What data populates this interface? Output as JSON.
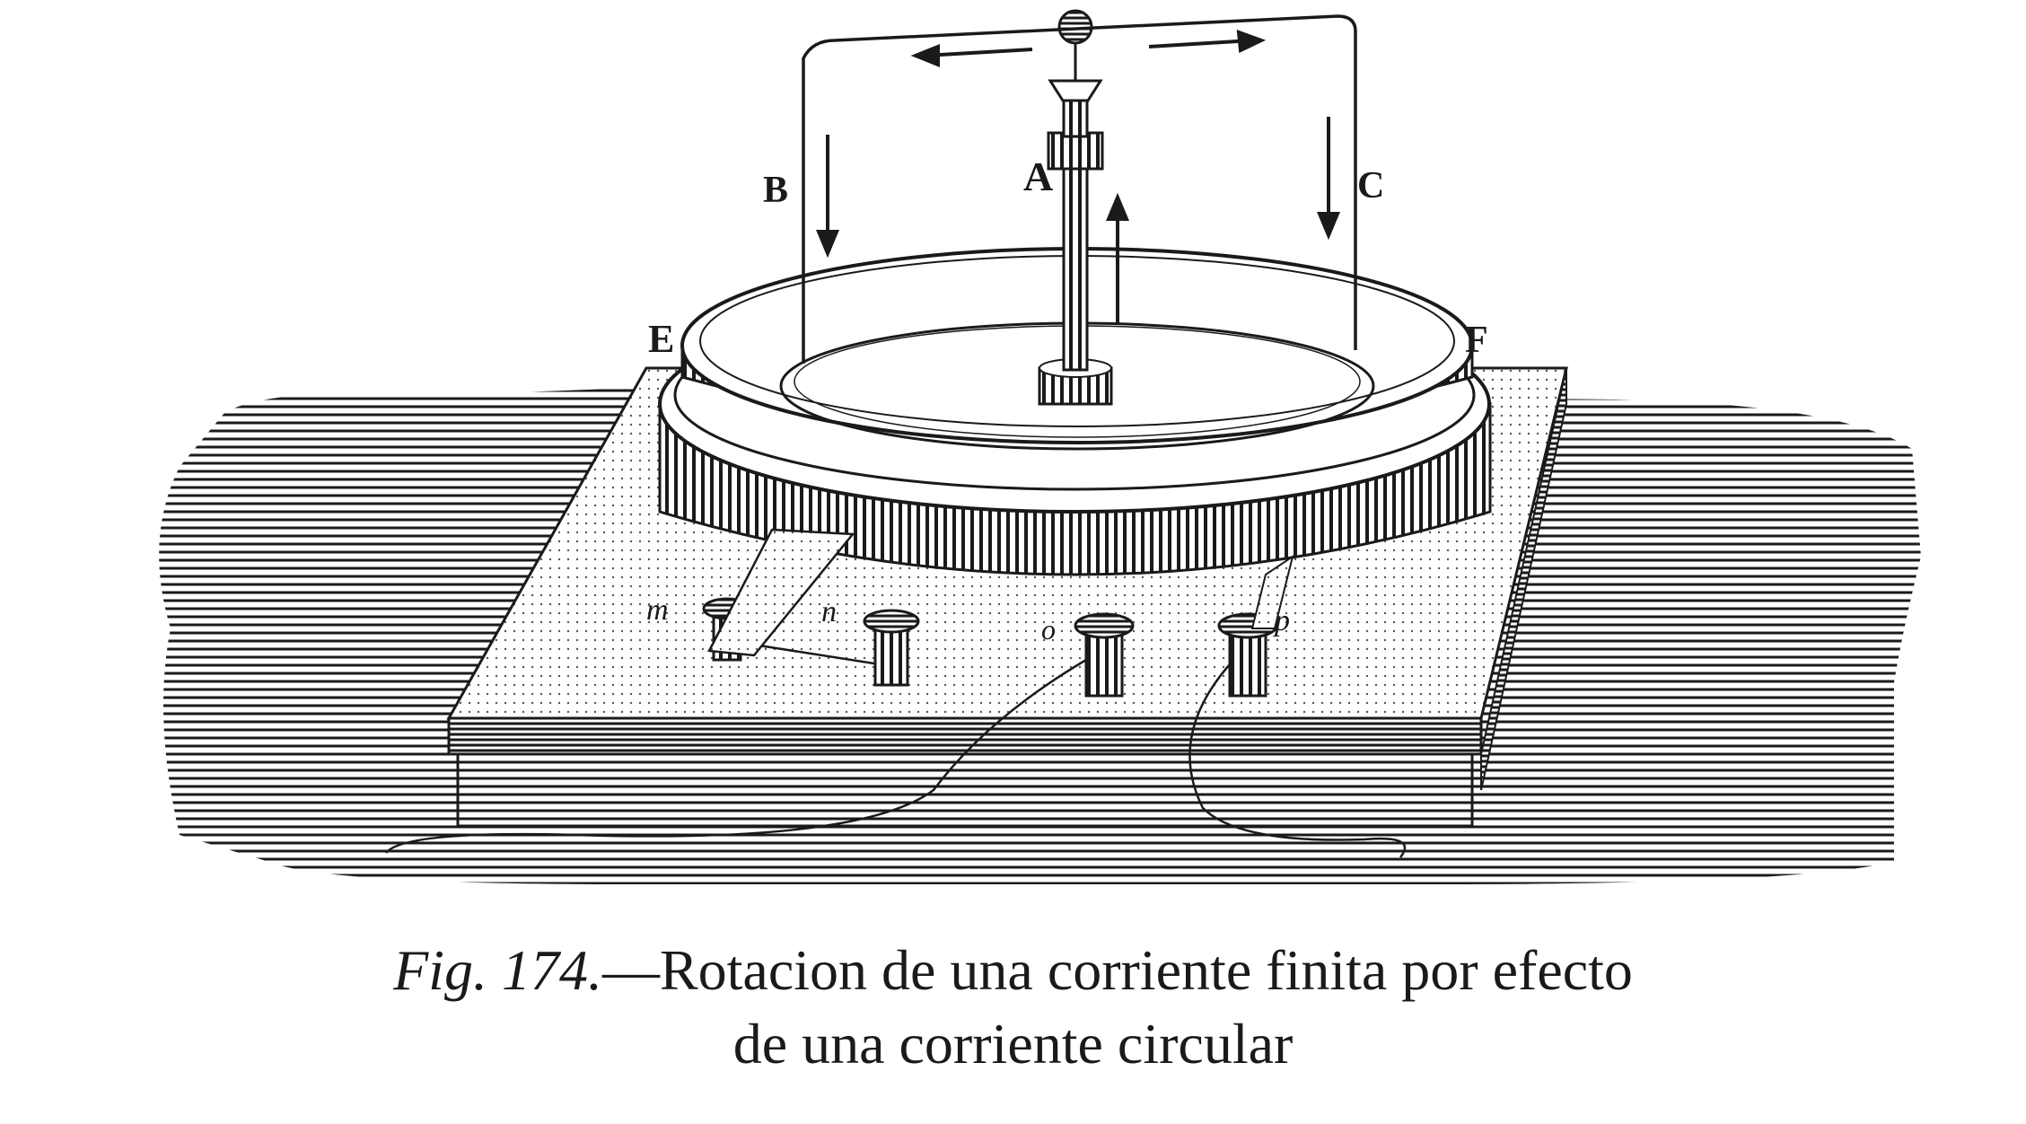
{
  "figure": {
    "labels": {
      "A": "A",
      "B": "B",
      "C": "C",
      "E": "E",
      "F": "F",
      "m": "m",
      "n": "n",
      "o": "o",
      "p": "p"
    },
    "caption": {
      "fig_number": "Fig. 174.",
      "dash": "—",
      "line1": "Rotacion de una corriente finita por efecto",
      "line2": "de una corriente circular"
    }
  },
  "colors": {
    "ink": "#1a1a1a",
    "paper": "#ffffff",
    "shade": "#2b2b2b"
  }
}
